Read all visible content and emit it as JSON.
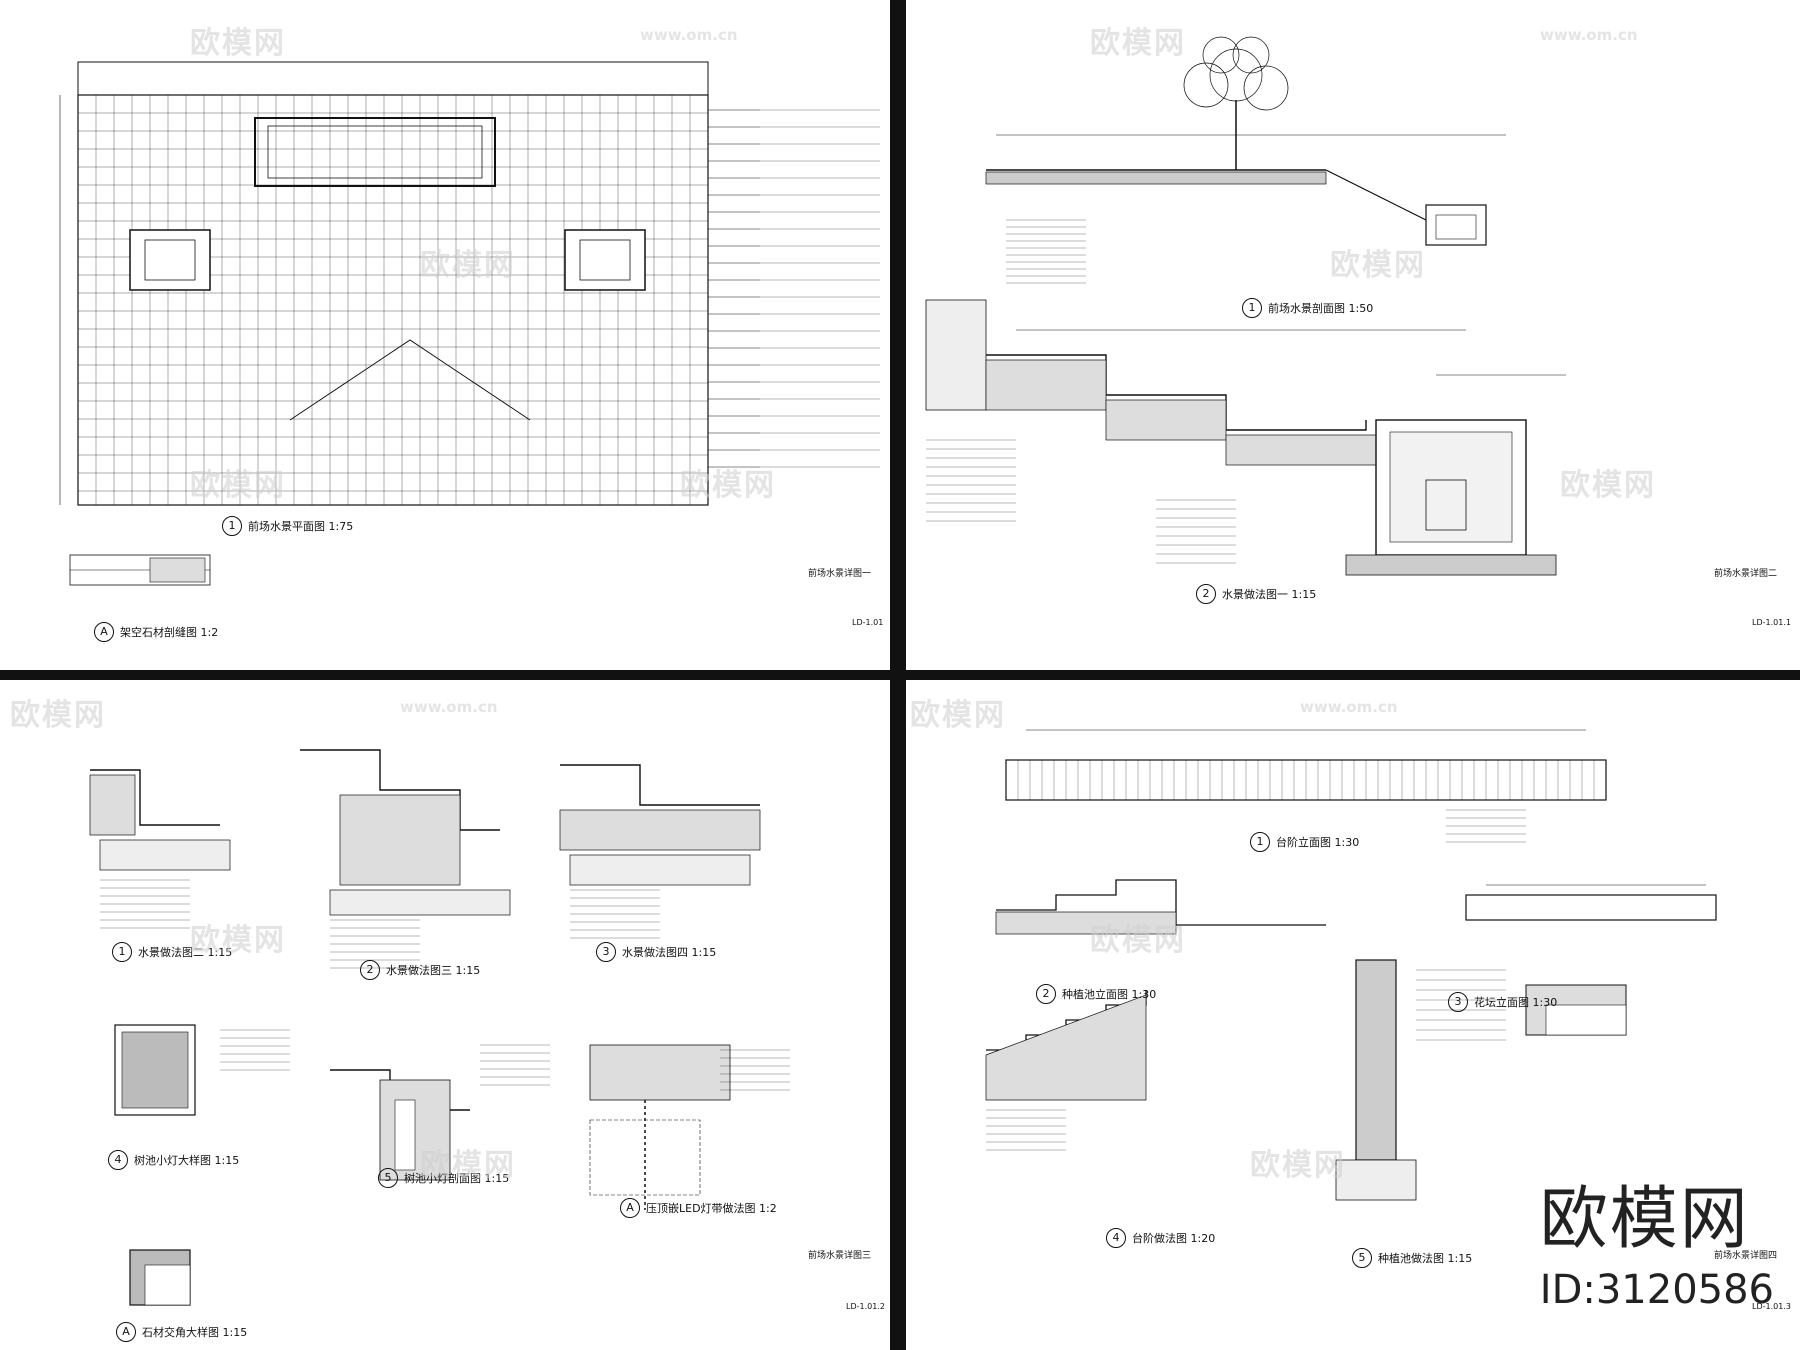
{
  "sheets": {
    "top_left": {
      "title": "前场水景详图一",
      "code": "LD-1.01",
      "captions": [
        {
          "num": "1",
          "text": "前场水景平面图  1:75"
        },
        {
          "num": "A",
          "text": "架空石材剖缝图  1:2"
        }
      ]
    },
    "top_right": {
      "title": "前场水景详图二",
      "code": "LD-1.01.1",
      "captions": [
        {
          "num": "1",
          "text": "前场水景剖面图  1:50"
        },
        {
          "num": "2",
          "text": "水景做法图一  1:15"
        }
      ]
    },
    "bottom_left": {
      "title": "前场水景详图三",
      "code": "LD-1.01.2",
      "captions": [
        {
          "num": "1",
          "text": "水景做法图二  1:15"
        },
        {
          "num": "2",
          "text": "水景做法图三  1:15"
        },
        {
          "num": "3",
          "text": "水景做法图四  1:15"
        },
        {
          "num": "4",
          "text": "树池小灯大样图  1:15"
        },
        {
          "num": "5",
          "text": "树池小灯剖面图  1:15"
        },
        {
          "num": "A",
          "text": "压顶嵌LED灯带做法图  1:2"
        },
        {
          "num": "A",
          "text": "石材交角大样图  1:15"
        }
      ]
    },
    "bottom_right": {
      "title": "前场水景详图四",
      "code": "LD-1.01.3",
      "captions": [
        {
          "num": "1",
          "text": "台阶立面图  1:30"
        },
        {
          "num": "2",
          "text": "种植池立面图  1:30"
        },
        {
          "num": "3",
          "text": "花坛立面图  1:30"
        },
        {
          "num": "4",
          "text": "台阶做法图  1:20"
        },
        {
          "num": "5",
          "text": "种植池做法图  1:15"
        }
      ]
    }
  },
  "watermark": {
    "brand": "欧模网",
    "url": "www.om.cn"
  },
  "logo": {
    "brand": "欧模网",
    "id": "ID:3120586"
  },
  "colors": {
    "line": "#111111",
    "watermark": "#cfcfcf",
    "background": "#ffffff"
  }
}
